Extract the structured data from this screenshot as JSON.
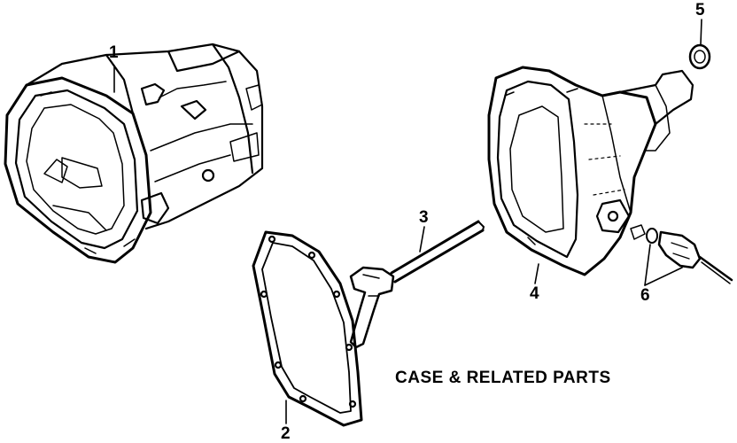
{
  "diagram": {
    "caption": "CASE & RELATED PARTS",
    "callouts": {
      "n1": "1",
      "n2": "2",
      "n3": "3",
      "n4": "4",
      "n5": "5",
      "n6": "6"
    }
  }
}
